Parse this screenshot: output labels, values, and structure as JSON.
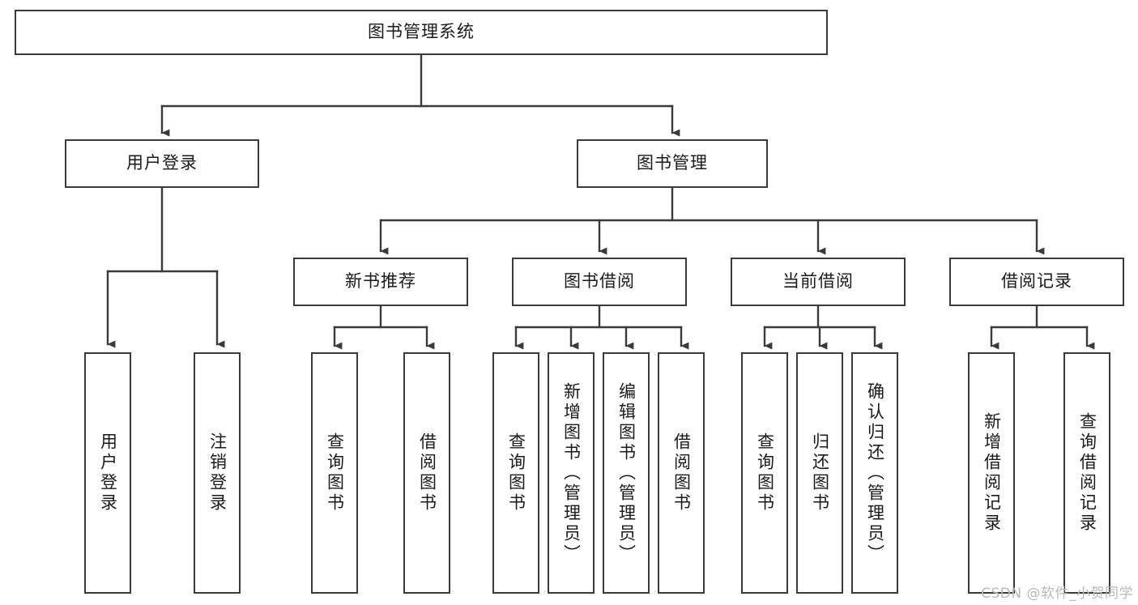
{
  "diagram": {
    "type": "tree-hierarchy",
    "title_node": {
      "label": "图书管理系统"
    },
    "level2": [
      {
        "id": "user-login",
        "label": "用户登录"
      },
      {
        "id": "book-manage",
        "label": "图书管理"
      }
    ],
    "level3": [
      {
        "id": "new-book-recommend",
        "label": "新书推荐",
        "parent": "book-manage"
      },
      {
        "id": "book-borrow",
        "label": "图书借阅",
        "parent": "book-manage"
      },
      {
        "id": "current-borrow",
        "label": "当前借阅",
        "parent": "book-manage"
      },
      {
        "id": "borrow-record",
        "label": "借阅记录",
        "parent": "book-manage"
      }
    ],
    "leaves": {
      "user-login": [
        {
          "id": "leaf-user-login",
          "label": "用户登录"
        },
        {
          "id": "leaf-user-logout",
          "label": "注销登录"
        }
      ],
      "new-book-recommend": [
        {
          "id": "leaf-query-book-1",
          "label": "查询图书"
        },
        {
          "id": "leaf-borrow-book-1",
          "label": "借阅图书"
        }
      ],
      "book-borrow": [
        {
          "id": "leaf-query-book-2",
          "label": "查询图书"
        },
        {
          "id": "leaf-add-book",
          "label": "新增图书（管理员）"
        },
        {
          "id": "leaf-edit-book",
          "label": "编辑图书（管理员）"
        },
        {
          "id": "leaf-borrow-book-2",
          "label": "借阅图书"
        }
      ],
      "current-borrow": [
        {
          "id": "leaf-query-book-3",
          "label": "查询图书"
        },
        {
          "id": "leaf-return-book",
          "label": "归还图书"
        },
        {
          "id": "leaf-confirm-return",
          "label": "确认归还（管理员）"
        }
      ],
      "borrow-record": [
        {
          "id": "leaf-add-record",
          "label": "新增借阅记录"
        },
        {
          "id": "leaf-query-record",
          "label": "查询借阅记录"
        }
      ]
    },
    "watermark": "CSDN @软件_小贺同学",
    "colors": {
      "box_border": "#3a3a3a",
      "box_fill": "#ffffff",
      "line": "#3a3a3a",
      "text": "#1a1a1a",
      "watermark": "#b9b9b9",
      "background": "#ffffff"
    }
  }
}
